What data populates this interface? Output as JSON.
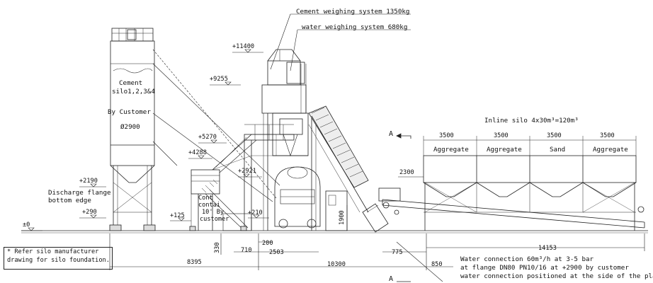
{
  "title_callouts": {
    "cement_weighing": "Cement weighing system 1350kg",
    "water_weighing": "water weighing system 680kg"
  },
  "silo": {
    "label_line1": "Cement",
    "label_line2": "silo1,2,3&4",
    "by_customer": "By Customer",
    "diameter": "Ø2900",
    "discharge_line1": "Discharge flange",
    "discharge_line2": "bottom edge"
  },
  "levels": {
    "l11400": "+11400",
    "l9255": "+9255",
    "l5270": "+5270",
    "l4288": "+4288",
    "l2921": "+2921",
    "l2190": "+2190",
    "l290": "+290",
    "l125": "+125",
    "l210": "+210",
    "l0": "±0"
  },
  "container": {
    "line1": "Cont",
    "line2": "contai",
    "line3": "10' By",
    "line4": "customer"
  },
  "inline_silo": {
    "label": "Inline silo 4x30m³=120m³",
    "bins": [
      {
        "width": "3500",
        "material": "Aggregate"
      },
      {
        "width": "3500",
        "material": "Aggregate"
      },
      {
        "width": "3500",
        "material": "Sand"
      },
      {
        "width": "3500",
        "material": "Aggregate"
      }
    ]
  },
  "section_marker": "A",
  "dimensions": {
    "d2300": "2300",
    "d1900": "1900",
    "d330": "330",
    "d710": "710",
    "d200": "200",
    "d2503": "2503",
    "d775": "775",
    "d14153": "14153",
    "d8395": "8395",
    "d10300": "10300",
    "d850": "850"
  },
  "water_note": {
    "line1": "Water connection 60m³/h at 3-5 bar",
    "line2": "at flange DN80 PN10/16 at +2900 by customer",
    "line3": "water connection positioned at the side of the plant"
  },
  "footnote": {
    "line1": "* Refer silo manufacturer",
    "line2": "drawing for silo foundation."
  }
}
